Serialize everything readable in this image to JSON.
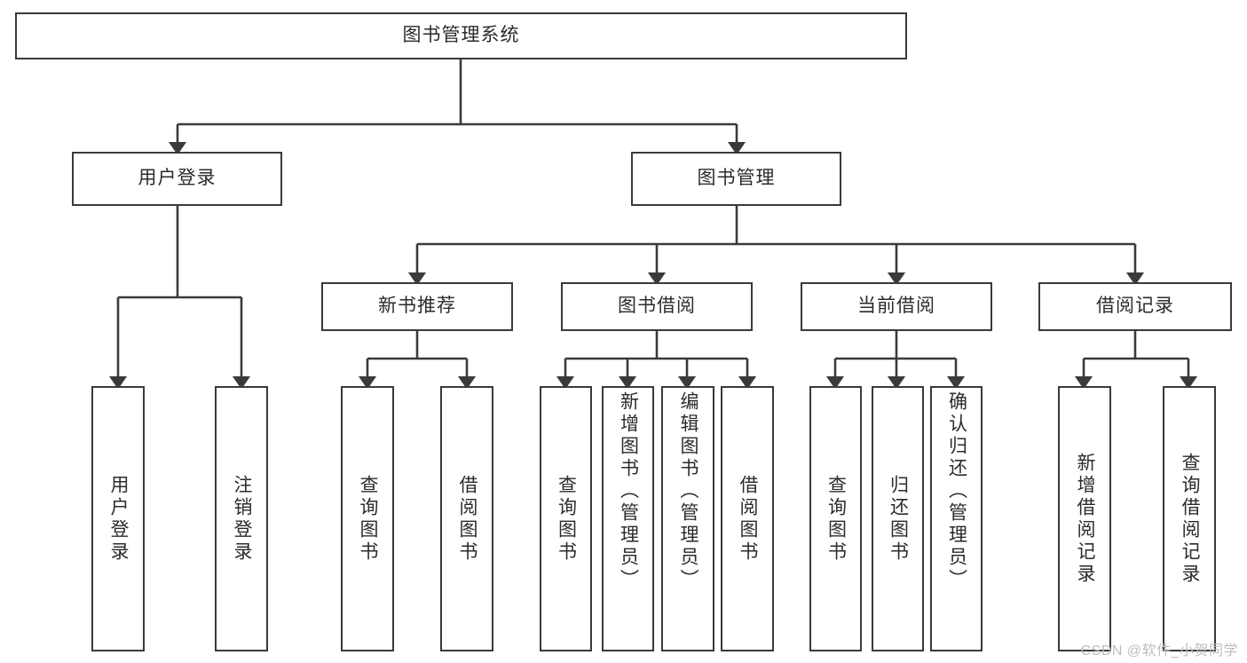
{
  "diagram": {
    "title": "图书管理系统",
    "type": "tree",
    "watermark": "CSDN @软件_小贺同学",
    "colors": {
      "box_border": "#3a3a3a",
      "box_fill": "#ffffff",
      "connector": "#3a3a3a",
      "text": "#2b2b2b",
      "watermark": "#bdbdbd",
      "background": "#ffffff"
    },
    "levels": {
      "root": {
        "label": "图书管理系统"
      },
      "level2": [
        {
          "label": "用户登录"
        },
        {
          "label": "图书管理"
        }
      ],
      "level3": [
        {
          "label": "新书推荐"
        },
        {
          "label": "图书借阅"
        },
        {
          "label": "当前借阅"
        },
        {
          "label": "借阅记录"
        }
      ],
      "leaves": {
        "user_login": [
          {
            "label": "用户登录"
          },
          {
            "label": "注销登录"
          }
        ],
        "new_book_recommend": [
          {
            "label": "查询图书"
          },
          {
            "label": "借阅图书"
          }
        ],
        "book_borrow": [
          {
            "label": "查询图书"
          },
          {
            "label": "新增图书（管理员）"
          },
          {
            "label": "编辑图书（管理员）"
          },
          {
            "label": "借阅图书"
          }
        ],
        "current_borrow": [
          {
            "label": "查询图书"
          },
          {
            "label": "归还图书"
          },
          {
            "label": "确认归还（管理员）"
          }
        ],
        "borrow_record": [
          {
            "label": "新增借阅记录"
          },
          {
            "label": "查询借阅记录"
          }
        ]
      }
    }
  }
}
